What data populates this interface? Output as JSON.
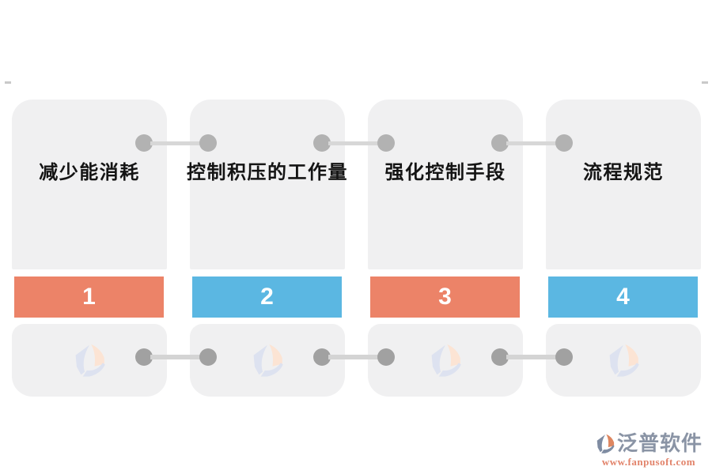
{
  "steps": [
    {
      "label": "减少能消耗",
      "number": "1",
      "bar_color": "#ec8368"
    },
    {
      "label": "控制积压的工作量",
      "number": "2",
      "bar_color": "#5bb7e2"
    },
    {
      "label": "强化控制手段",
      "number": "3",
      "bar_color": "#ec8368"
    },
    {
      "label": "流程规范",
      "number": "4",
      "bar_color": "#5bb7e2"
    }
  ],
  "branding": {
    "name": "泛普软件",
    "url": "www.fanpusoft.com",
    "name_color": "#8a94a5",
    "url_color": "#e2836a"
  },
  "colors": {
    "card_bg": "#f0f0f1",
    "salmon": "#ec8368",
    "blue": "#5bb7e2",
    "connector_dot_top": "#b2b2b2",
    "connector_dot_bottom": "#a1a1a1",
    "connector_line": "#d5d5d5",
    "number_text": "#ffffff",
    "label_text": "#141414",
    "logo_slate": "#7f8ca2",
    "logo_orange": "#de8660",
    "watermark_blue": "#dde2f0",
    "watermark_peach": "#fce4d4"
  }
}
